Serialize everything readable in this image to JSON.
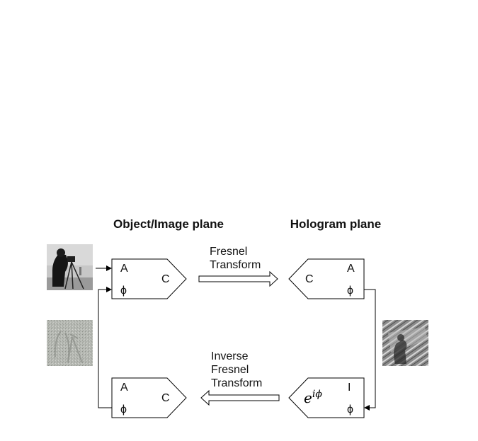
{
  "headings": {
    "left": "Object/Image plane",
    "right": "Hologram plane"
  },
  "transforms": {
    "forward": [
      "Fresnel",
      "Transform"
    ],
    "inverse": [
      "Inverse",
      "Fresnel",
      "Transform"
    ]
  },
  "blocks": {
    "object_top": {
      "amplitude": "A",
      "phase": "ϕ",
      "complex": "C"
    },
    "hologram_top": {
      "amplitude": "A",
      "phase": "ϕ",
      "complex": "C"
    },
    "hologram_bottom": {
      "intensity": "I",
      "phase": "ϕ",
      "phase_factor_base": "e",
      "phase_factor_exp": "iϕ"
    },
    "object_bottom": {
      "amplitude": "A",
      "phase": "ϕ",
      "complex": "C"
    }
  },
  "images": {
    "input": "cameraman-photo",
    "reconstruction": "noisy-cameraman-reconstruction",
    "hologram": "hologram-pattern"
  }
}
